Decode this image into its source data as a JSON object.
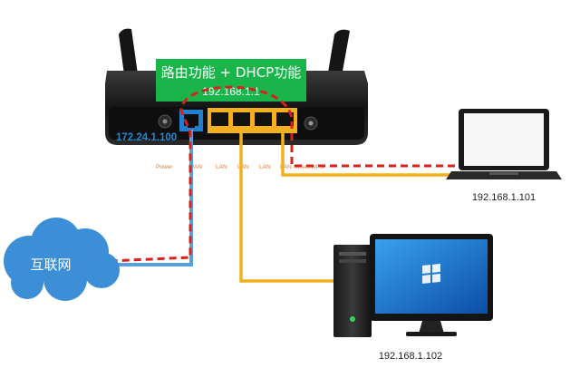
{
  "router": {
    "banner_title": "路由功能 + DHCP功能",
    "banner_ip": "192.168.1.1",
    "wan_ip": "172.24.1.100",
    "port_labels": [
      "Power",
      "WAN",
      "LAN",
      "LAN",
      "LAN",
      "LAN",
      "Reset/WPS"
    ]
  },
  "internet": {
    "label": "互联网"
  },
  "laptop": {
    "ip": "192.168.1.101"
  },
  "desktop": {
    "ip": "192.168.1.102",
    "logo": "windows-logo-icon"
  },
  "colors": {
    "banner_green": "#19b54a",
    "wan_cable": "#5aa0d8",
    "lan_cable": "#f2b01e",
    "dhcp_path": "#d8201c",
    "cloud": "#3c8fd6",
    "router_body": "#1c1c1c",
    "screen_blue": "#1a6fc6"
  }
}
